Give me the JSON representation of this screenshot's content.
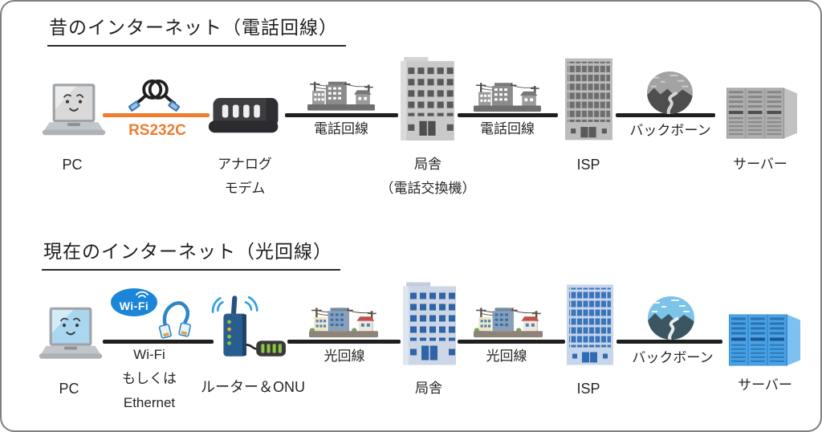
{
  "colors": {
    "accent-orange": "#ED7D31",
    "line-black": "#1f1f1f",
    "text": "#262626",
    "border-gray": "#7f7f7f",
    "wifi-blue": "#1b86d8",
    "theme-blue": "#2E75B6"
  },
  "old": {
    "title": "昔のインターネット（電話回線）",
    "pc": "PC",
    "rs232c": "RS232C",
    "modem_line1": "アナログ",
    "modem_line2": "モデム",
    "line1": "電話回線",
    "station_line1": "局舎",
    "station_line2": "（電話交換機）",
    "line2": "電話回線",
    "isp": "ISP",
    "backbone": "バックボーン",
    "server": "サーバー"
  },
  "new": {
    "title": "現在のインターネット（光回線）",
    "pc": "PC",
    "wifi_badge": "Wi-Fi",
    "access_line1": "Wi-Fi",
    "access_line2": "もしくは",
    "access_line3": "Ethernet",
    "router": "ルーター＆ONU",
    "line1": "光回線",
    "station": "局舎",
    "line2": "光回線",
    "isp": "ISP",
    "backbone": "バックボーン",
    "server": "サーバー"
  },
  "icons": {
    "pc": "laptop-icon",
    "rs232c_cable": "serial-cable-icon",
    "modem": "modem-icon",
    "phone_line": "utility-poles-town-icon",
    "station": "office-building-icon",
    "isp": "office-building-icon",
    "backbone": "globe-icon",
    "server": "server-rack-icon",
    "wifi": "wifi-cloud-icon",
    "ethernet": "ethernet-cable-icon",
    "router_onu": "router-and-onu-icon"
  }
}
